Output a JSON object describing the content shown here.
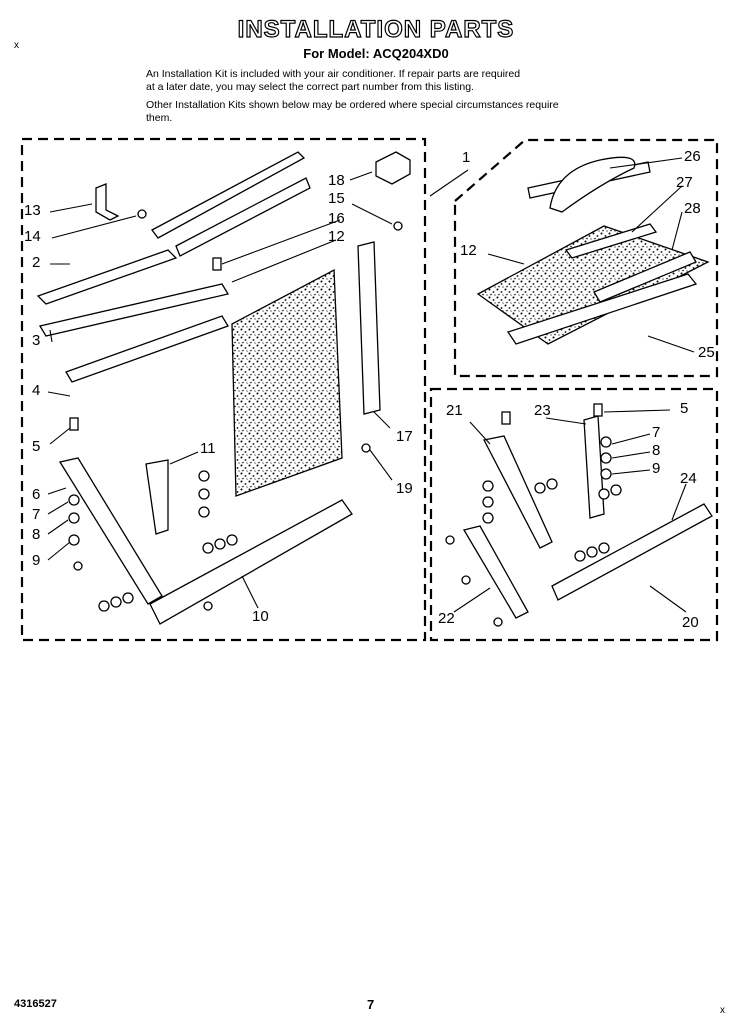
{
  "header": {
    "title": "INSTALLATION PARTS",
    "model_line": "For Model: ACQ204XD0"
  },
  "intro": {
    "line1": "An Installation Kit is included with your air conditioner. If repair parts are required",
    "line2": "at a later date, you may select the correct part number from this listing.",
    "line3": "Other Installation Kits shown below may be ordered where special circumstances require",
    "line4": "them."
  },
  "corner_marks": {
    "top_left": "x",
    "bottom_right": "x"
  },
  "callouts": {
    "c1": "1",
    "c2": "2",
    "c3": "3",
    "c4": "4",
    "c5": "5",
    "c6": "6",
    "c7": "7",
    "c8": "8",
    "c9": "9",
    "c10": "10",
    "c11": "11",
    "c12": "12",
    "c13": "13",
    "c14": "14",
    "c15": "15",
    "c16": "16",
    "c17": "17",
    "c18": "18",
    "c19": "19",
    "c12b": "12",
    "c25": "25",
    "c26": "26",
    "c27": "27",
    "c28": "28",
    "c5b": "5",
    "c7b": "7",
    "c8b": "8",
    "c9b": "9",
    "c20": "20",
    "c21": "21",
    "c22": "22",
    "c23": "23",
    "c24": "24"
  },
  "footer": {
    "doc_number": "4316527",
    "page": "7"
  }
}
